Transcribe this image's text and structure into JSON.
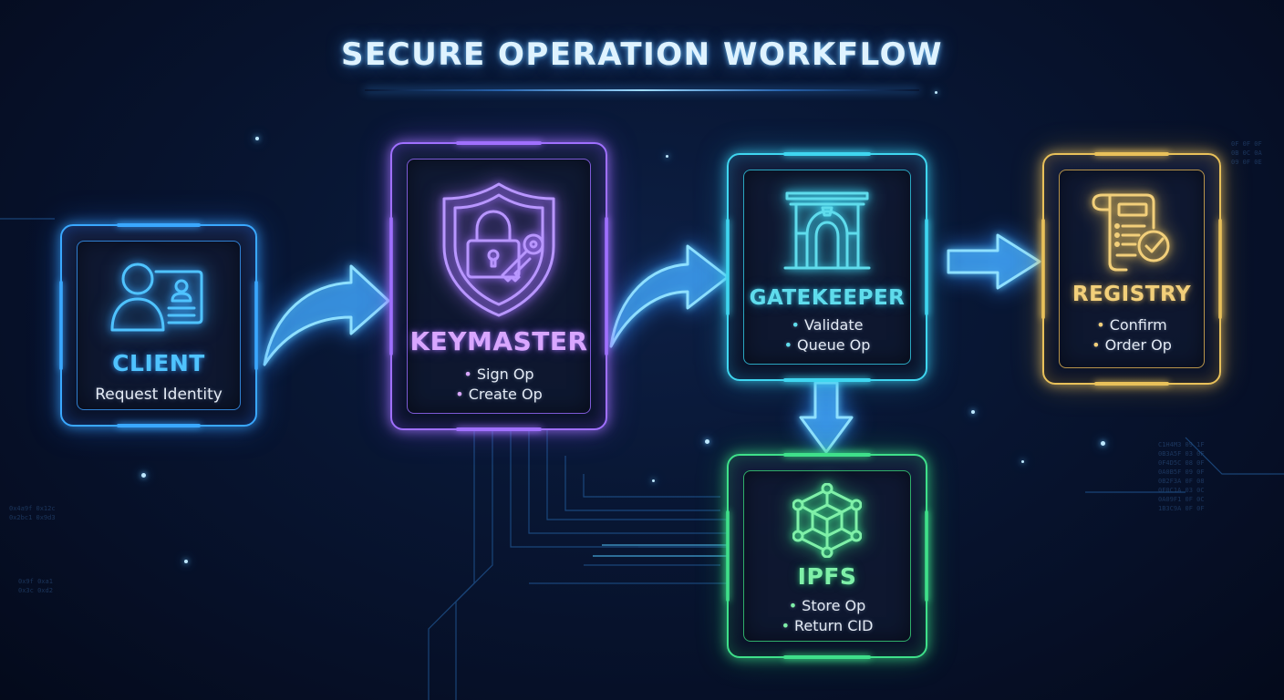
{
  "title": "SECURE OPERATION WORKFLOW",
  "colors": {
    "background": "#081633",
    "client": "#3aa8ff",
    "keymaster": "#a070ff",
    "gatekeeper": "#3fd6f0",
    "registry": "#e9c15a",
    "ipfs": "#3fe08a",
    "arrow": "#5fd0ff"
  },
  "nodes": {
    "client": {
      "name": "CLIENT",
      "icon": "user-id-card-icon",
      "description": "Request Identity"
    },
    "keymaster": {
      "name": "KEYMASTER",
      "icon": "shield-lock-key-icon",
      "bullets": [
        "Sign Op",
        "Create Op"
      ]
    },
    "gatekeeper": {
      "name": "GATEKEEPER",
      "icon": "archway-gate-icon",
      "bullets": [
        "Validate",
        "Queue Op"
      ]
    },
    "registry": {
      "name": "REGISTRY",
      "icon": "scroll-checkmark-icon",
      "bullets": [
        "Confirm",
        "Order Op"
      ]
    },
    "ipfs": {
      "name": "IPFS",
      "icon": "network-cube-icon",
      "bullets": [
        "Store Op",
        "Return CID"
      ]
    }
  },
  "bullet_glyph": "•",
  "edges": [
    {
      "from": "client",
      "to": "keymaster",
      "style": "curved-arrow"
    },
    {
      "from": "keymaster",
      "to": "gatekeeper",
      "style": "curved-arrow"
    },
    {
      "from": "gatekeeper",
      "to": "registry",
      "style": "straight-arrow"
    },
    {
      "from": "gatekeeper",
      "to": "ipfs",
      "style": "down-arrow"
    }
  ]
}
